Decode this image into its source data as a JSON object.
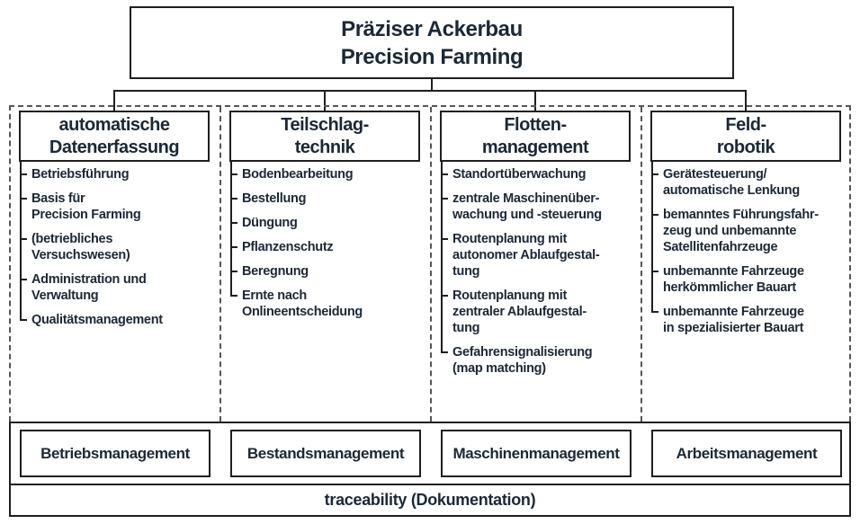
{
  "title": {
    "text": "Präziser Ackerbau\nPrecision Farming"
  },
  "columns": [
    {
      "header": "automatische\nDatenerfassung",
      "items": [
        "Betriebsführung",
        "Basis für\nPrecision Farming",
        "(betriebliches\nVersuchswesen)",
        "Administration und\nVerwaltung",
        "Qualitätsmanagement"
      ],
      "management": "Betriebsmanagement"
    },
    {
      "header": "Teilschlag-\ntechnik",
      "items": [
        "Bodenbearbeitung",
        "Bestellung",
        "Düngung",
        "Pflanzenschutz",
        "Beregnung",
        "Ernte nach\nOnlineentscheidung"
      ],
      "management": "Bestandsmanagement"
    },
    {
      "header": "Flotten-\nmanagement",
      "items": [
        "Standortüberwachung",
        "zentrale Maschinenüber-\nwachung und -steuerung",
        "Routenplanung mit\nautonomer Ablaufgestal-\ntung",
        "Routenplanung mit\nzentraler Ablaufgestal-\ntung",
        "Gefahrensignalisierung\n(map matching)"
      ],
      "management": "Maschinenmanagement"
    },
    {
      "header": "Feld-\nrobotik",
      "items": [
        "Gerätesteuerung/\nautomatische Lenkung",
        "bemanntes Führungsfahr-\nzeug und unbemannte\nSatellitenfahrzeuge",
        "unbemannte Fahrzeuge\nherkömmlicher Bauart",
        "unbemannte Fahrzeuge\nin spezialisierter Bauart"
      ],
      "management": "Arbeitsmanagement"
    }
  ],
  "footer": {
    "traceability": "traceability (Dokumentation)"
  },
  "colors": {
    "text": "#1c2836",
    "line": "#1f1f1f",
    "dashed_line": "#565656",
    "background": "#ffffff"
  }
}
